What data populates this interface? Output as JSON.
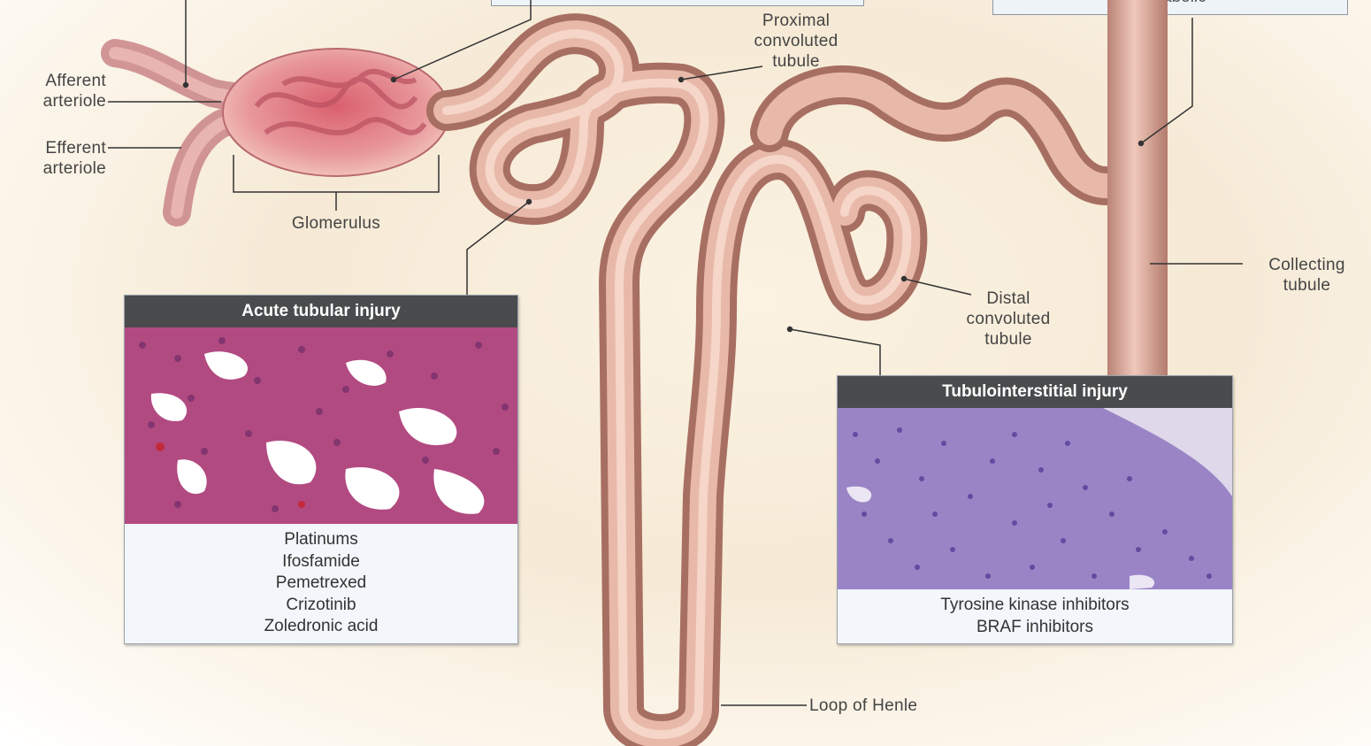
{
  "labels": {
    "afferent": "Afferent\narteriole",
    "efferent": "Efferent\narteriole",
    "glomerulus": "Glomerulus",
    "proximal": "Proximal\nconvoluted\ntubule",
    "distal": "Distal\nconvoluted\ntubule",
    "collecting": "Collecting\ntubule",
    "loop": "Loop of Henle",
    "top_right_box": "Metabolic"
  },
  "panels": {
    "acute": {
      "title": "Acute tubular injury",
      "drugs": [
        "Platinums",
        "Ifosfamide",
        "Pemetrexed",
        "Crizotinib",
        "Zoledronic acid"
      ]
    },
    "tubulo": {
      "title": "Tubulointerstitial injury",
      "drugs": [
        "Tyrosine kinase inhibitors",
        "BRAF inhibitors"
      ]
    }
  },
  "colors": {
    "tubule": "#d9a596",
    "glomerulus": "#e58d92",
    "panel_header": "#494b4d",
    "he_stain_bg": "#b7437d",
    "purple_stain": "#6b4fb0"
  }
}
